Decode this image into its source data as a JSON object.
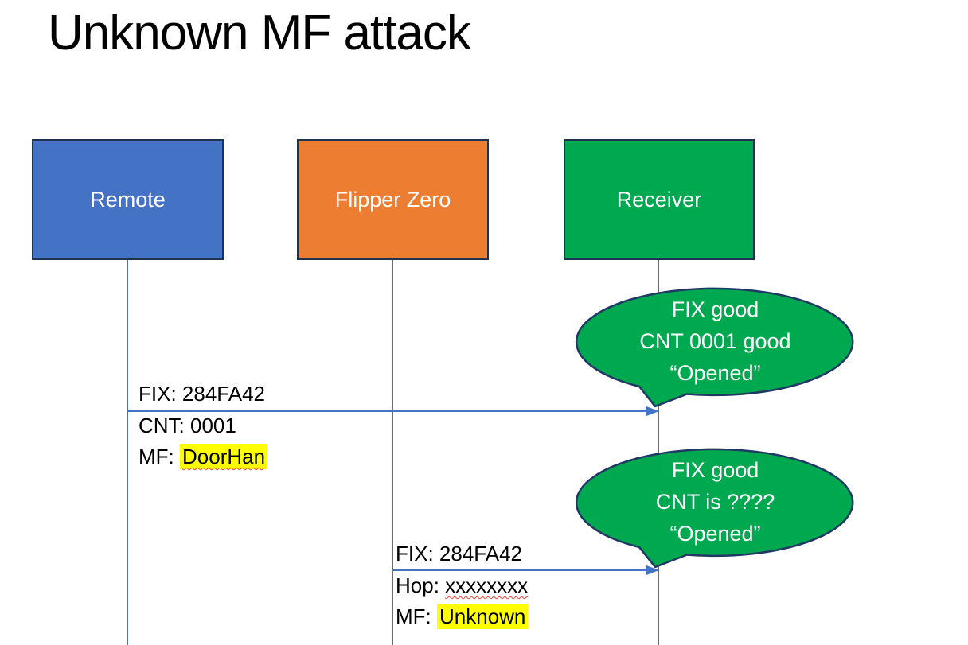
{
  "slide": {
    "title": "Unknown MF attack"
  },
  "actors": {
    "remote": {
      "label": "Remote",
      "fill": "#4472C4"
    },
    "flipper": {
      "label": "Flipper Zero",
      "fill": "#ED7D31"
    },
    "receiver": {
      "label": "Receiver",
      "fill": "#00A850"
    }
  },
  "messages": {
    "m1": {
      "from": "Remote",
      "to": "Receiver",
      "line1": "FIX: 284FA42",
      "line2": "CNT: 0001",
      "line3_prefix": "MF: ",
      "line3_value": "DoorHan"
    },
    "m2": {
      "from": "Flipper Zero",
      "to": "Receiver",
      "line1": "FIX: 284FA42",
      "line2_prefix": "Hop: ",
      "line2_value": "xxxxxxxx",
      "line3_prefix": "MF: ",
      "line3_value": "Unknown"
    }
  },
  "callouts": {
    "c1": {
      "line1": "FIX good",
      "line2": "CNT 0001 good",
      "line3": "“Opened”"
    },
    "c2": {
      "line1": "FIX good",
      "line2": "CNT is ????",
      "line3": "“Opened”"
    }
  },
  "colors": {
    "actor_border": "#1F3350",
    "lifeline_and_arrow": "#4472C4",
    "callout_fill": "#00A850",
    "callout_border": "#1F3864",
    "highlight": "#FFFF00",
    "spellcheck_underline": "#F0402E",
    "text_on_shapes": "#FFFFFF",
    "label_text": "#000000"
  }
}
